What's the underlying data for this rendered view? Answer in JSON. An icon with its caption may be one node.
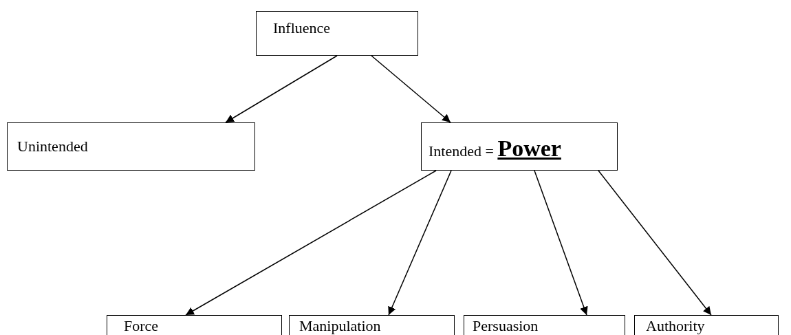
{
  "diagram": {
    "nodes": [
      {
        "text": [
          "Influence"
        ]
      },
      {
        "text": [
          "Unintended"
        ]
      },
      {
        "text": [
          "Intended = **Power**"
        ]
      },
      {
        "text": [
          "Force"
        ]
      },
      {
        "text": [
          "Manipulation"
        ]
      },
      {
        "text": [
          "Persuasion"
        ]
      },
      {
        "text": [
          "Authority"
        ]
      }
    ],
    "edges": [
      {
        "from": 0,
        "to": 1,
        "arrow": "to"
      },
      {
        "from": 0,
        "to": 2,
        "arrow": "to"
      },
      {
        "from": 2,
        "to": 3,
        "arrow": "to"
      },
      {
        "from": 2,
        "to": 4,
        "arrow": "to"
      },
      {
        "from": 2,
        "to": 5,
        "arrow": "to"
      },
      {
        "from": 2,
        "to": 6,
        "arrow": "to"
      }
    ]
  }
}
